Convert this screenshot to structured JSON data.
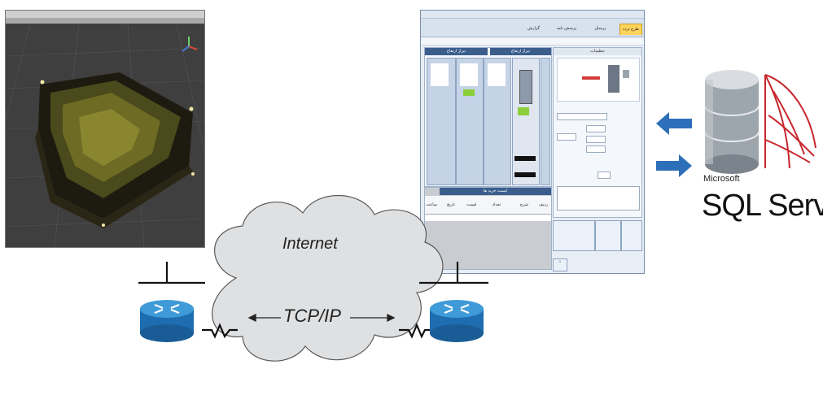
{
  "diagram": {
    "internet_label": "Internet",
    "protocol_label": "TCP/IP",
    "sql_vendor": "Microsoft",
    "sql_product": "SQL Server"
  },
  "app_window": {
    "tabs": [
      "طرح تردد",
      "پرسنل",
      "پرسش نامه",
      "گزارش"
    ],
    "panel_right_title": "تنظیمات",
    "panel_mid_title": "تیراژ ارتفاع",
    "panel_left_title": "تیراژ ارتفاع",
    "table_title": "لیست خرید ها",
    "table_headers": [
      "ردیف",
      "شرح",
      "تعداد",
      "قیمت",
      "تاریخ",
      "ساعت"
    ]
  },
  "colors": {
    "router_blue": "#1f6fb3",
    "arrow_blue": "#2d6fb8",
    "sql_red": "#c8262c",
    "tab_active": "#ffd45c",
    "panel_header": "#3a5d8c"
  }
}
